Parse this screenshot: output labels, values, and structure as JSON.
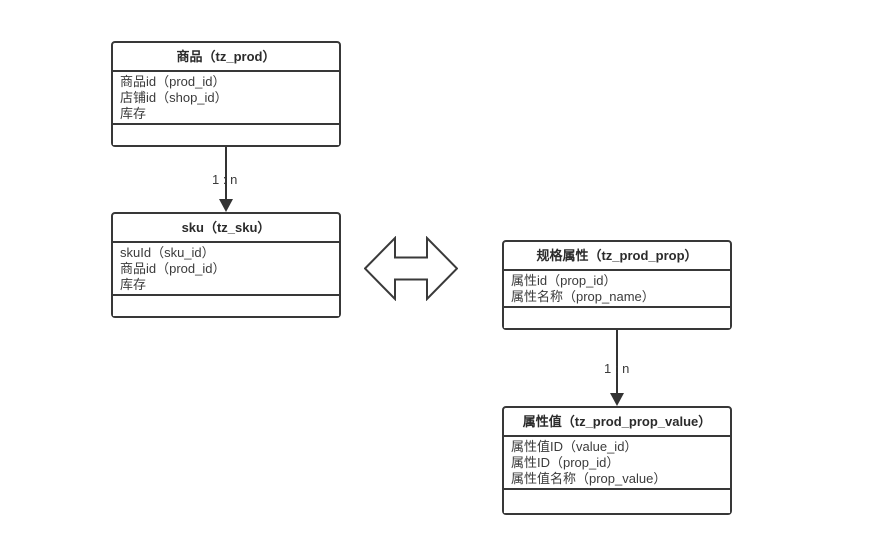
{
  "canvas": {
    "background": "#ffffff",
    "stroke_color": "#383838",
    "line_color": "#333333",
    "text_color": "#3b3b3b"
  },
  "entities": [
    {
      "id": "prod",
      "title": "商品（tz_prod）",
      "fields": [
        "商品id（prod_id）",
        "店铺id（shop_id）",
        "库存"
      ]
    },
    {
      "id": "sku",
      "title": "sku（tz_sku）",
      "fields": [
        "skuId（sku_id）",
        "商品id（prod_id）",
        "库存"
      ]
    },
    {
      "id": "prod_prop",
      "title": "规格属性（tz_prod_prop）",
      "fields": [
        "属性id（prop_id）",
        "属性名称（prop_name）"
      ]
    },
    {
      "id": "prod_prop_value",
      "title": "属性值（tz_prod_prop_value）",
      "fields": [
        "属性值ID（value_id）",
        "属性ID（prop_id）",
        "属性值名称（prop_value）"
      ]
    }
  ],
  "connectors": [
    {
      "from": "prod",
      "to": "sku",
      "label": "1 : n"
    },
    {
      "from": "prod_prop",
      "to": "prod_prop_value",
      "label": "1 : n"
    }
  ],
  "shapes": [
    {
      "type": "double-arrow",
      "between": [
        "sku",
        "prod_prop"
      ]
    }
  ]
}
